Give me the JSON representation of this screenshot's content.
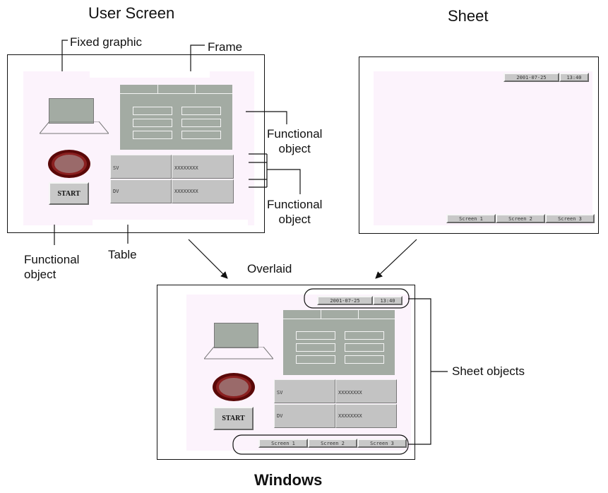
{
  "headings": {
    "user_screen": "User Screen",
    "sheet": "Sheet",
    "overlaid": "Overlaid",
    "windows": "Windows"
  },
  "labels": {
    "fixed_graphic": "Fixed graphic",
    "frame": "Frame",
    "functional_object_1": "Functional\nobject",
    "functional_object_2": "Functional\nobject",
    "functional_object_3": "Functional\nobject",
    "table": "Table",
    "sheet_objects": "Sheet objects"
  },
  "screen_objects": {
    "start_button": "START",
    "sv_label": "SV",
    "pv_label": "DV",
    "sv_value": "XXXXXXXX",
    "pv_value": "XXXXXXXX"
  },
  "sheet_objects": {
    "date": "2001-07-25",
    "time": "13:40",
    "screen_buttons": [
      "Screen 1",
      "Screen 2",
      "Screen 3"
    ]
  },
  "colors": {
    "screen_background": "#fcf3fc",
    "frame_fill": "#a3aba3",
    "lamp_outer": "#6b0d0d",
    "lamp_inner": "#9a6a6a"
  }
}
